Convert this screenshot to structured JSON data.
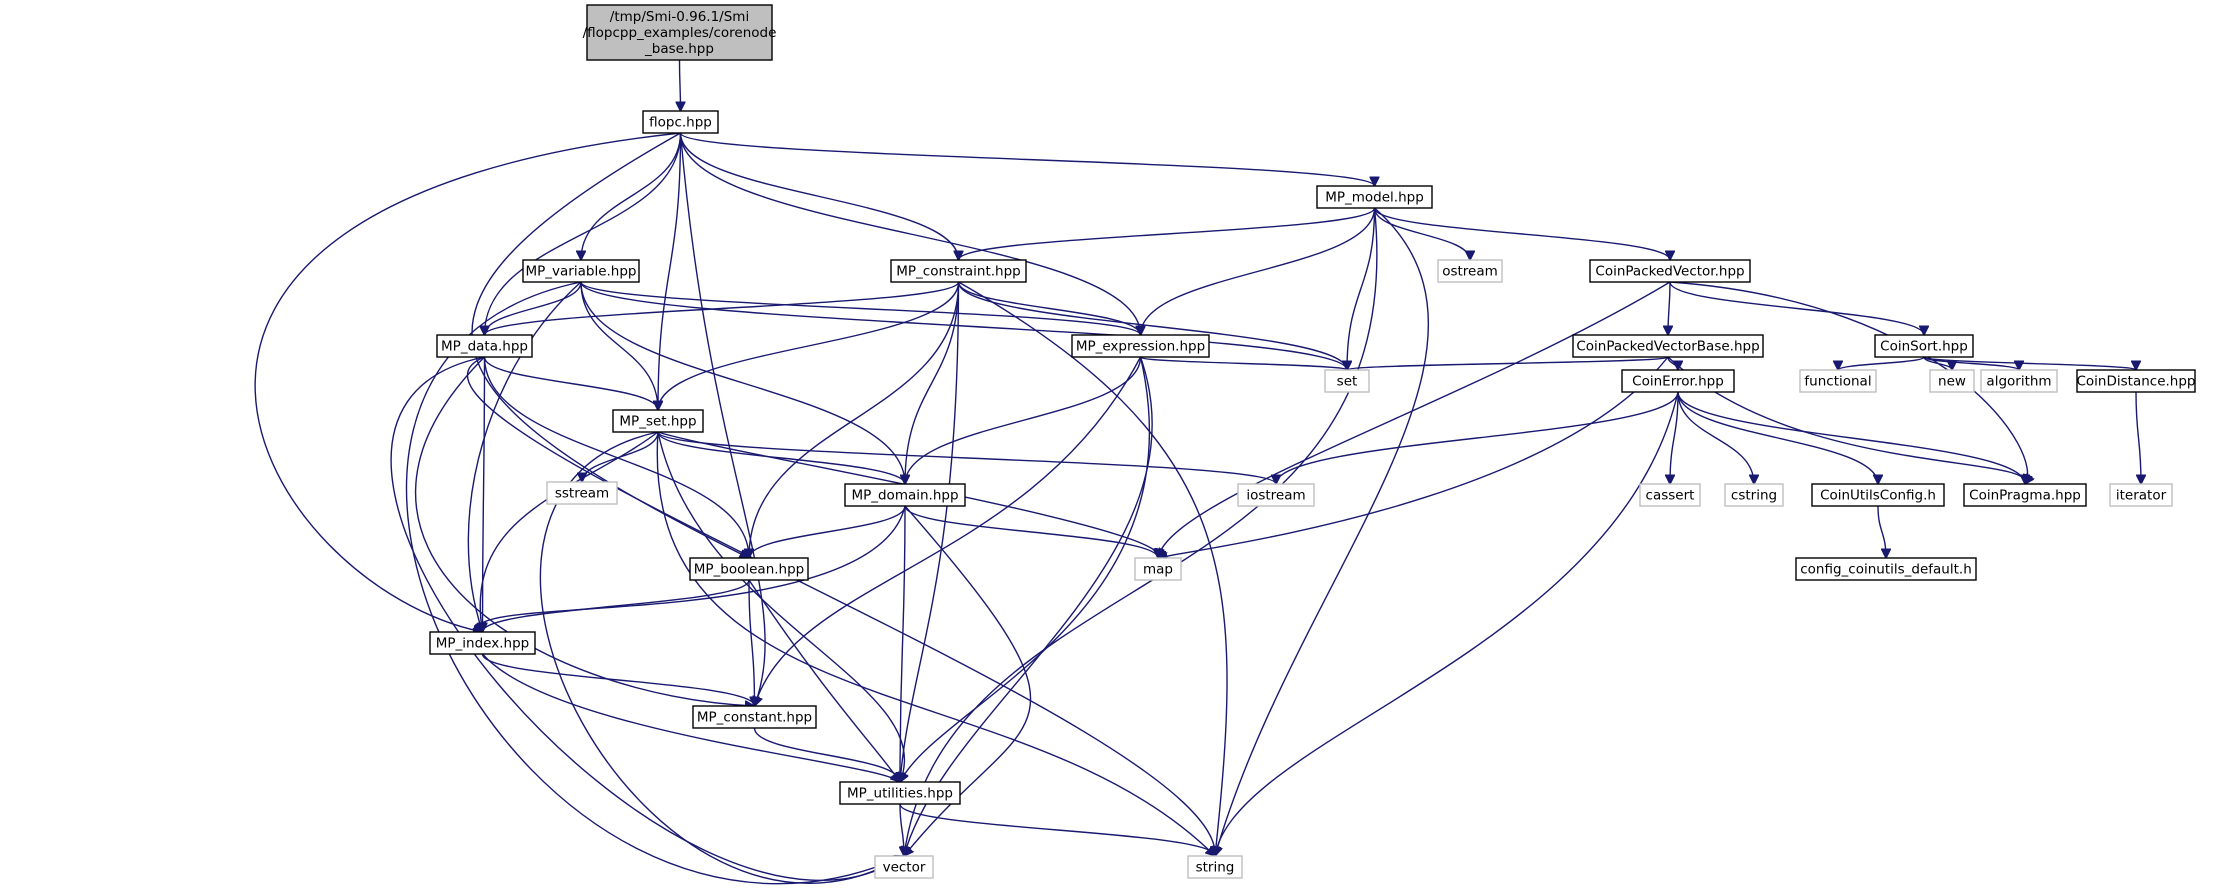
{
  "diagram": {
    "nodes": [
      {
        "id": "root",
        "lines": [
          "/tmp/Smi-0.96.1/Smi",
          "/flopcpp_examples/corenode",
          "_base.hpp"
        ],
        "kind": "root"
      },
      {
        "id": "flopc",
        "lines": [
          "flopc.hpp"
        ],
        "kind": "header"
      },
      {
        "id": "mp_model",
        "lines": [
          "MP_model.hpp"
        ],
        "kind": "header"
      },
      {
        "id": "mp_variable",
        "lines": [
          "MP_variable.hpp"
        ],
        "kind": "header"
      },
      {
        "id": "mp_constraint",
        "lines": [
          "MP_constraint.hpp"
        ],
        "kind": "header"
      },
      {
        "id": "ostream",
        "lines": [
          "ostream"
        ],
        "kind": "system"
      },
      {
        "id": "coinpackedvector",
        "lines": [
          "CoinPackedVector.hpp"
        ],
        "kind": "header"
      },
      {
        "id": "mp_data",
        "lines": [
          "MP_data.hpp"
        ],
        "kind": "header"
      },
      {
        "id": "mp_expression",
        "lines": [
          "MP_expression.hpp"
        ],
        "kind": "header"
      },
      {
        "id": "coinpackedvectorbase",
        "lines": [
          "CoinPackedVectorBase.hpp"
        ],
        "kind": "header"
      },
      {
        "id": "coinsort",
        "lines": [
          "CoinSort.hpp"
        ],
        "kind": "header"
      },
      {
        "id": "set",
        "lines": [
          "set"
        ],
        "kind": "system"
      },
      {
        "id": "mp_set",
        "lines": [
          "MP_set.hpp"
        ],
        "kind": "header"
      },
      {
        "id": "coinerror",
        "lines": [
          "CoinError.hpp"
        ],
        "kind": "header"
      },
      {
        "id": "functional",
        "lines": [
          "functional"
        ],
        "kind": "system"
      },
      {
        "id": "new",
        "lines": [
          "new"
        ],
        "kind": "system"
      },
      {
        "id": "algorithm",
        "lines": [
          "algorithm"
        ],
        "kind": "system"
      },
      {
        "id": "coindistance",
        "lines": [
          "CoinDistance.hpp"
        ],
        "kind": "header"
      },
      {
        "id": "sstream",
        "lines": [
          "sstream"
        ],
        "kind": "system"
      },
      {
        "id": "mp_domain",
        "lines": [
          "MP_domain.hpp"
        ],
        "kind": "header"
      },
      {
        "id": "iostream",
        "lines": [
          "iostream"
        ],
        "kind": "system"
      },
      {
        "id": "cassert",
        "lines": [
          "cassert"
        ],
        "kind": "system"
      },
      {
        "id": "cstring",
        "lines": [
          "cstring"
        ],
        "kind": "system"
      },
      {
        "id": "coinutilsconfig",
        "lines": [
          "CoinUtilsConfig.h"
        ],
        "kind": "header"
      },
      {
        "id": "coinpragma",
        "lines": [
          "CoinPragma.hpp"
        ],
        "kind": "header"
      },
      {
        "id": "iterator",
        "lines": [
          "iterator"
        ],
        "kind": "system"
      },
      {
        "id": "mp_boolean",
        "lines": [
          "MP_boolean.hpp"
        ],
        "kind": "header"
      },
      {
        "id": "map",
        "lines": [
          "map"
        ],
        "kind": "system"
      },
      {
        "id": "config_coinutils",
        "lines": [
          "config_coinutils_default.h"
        ],
        "kind": "header"
      },
      {
        "id": "mp_index",
        "lines": [
          "MP_index.hpp"
        ],
        "kind": "header"
      },
      {
        "id": "mp_constant",
        "lines": [
          "MP_constant.hpp"
        ],
        "kind": "header"
      },
      {
        "id": "mp_utilities",
        "lines": [
          "MP_utilities.hpp"
        ],
        "kind": "header"
      },
      {
        "id": "vector",
        "lines": [
          "vector"
        ],
        "kind": "system"
      },
      {
        "id": "string",
        "lines": [
          "string"
        ],
        "kind": "system"
      }
    ],
    "edges": [
      {
        "from": "root",
        "to": "flopc"
      },
      {
        "from": "flopc",
        "to": "mp_model"
      },
      {
        "from": "flopc",
        "to": "mp_variable"
      },
      {
        "from": "flopc",
        "to": "mp_constraint"
      },
      {
        "from": "flopc",
        "to": "mp_data"
      },
      {
        "from": "flopc",
        "to": "mp_expression"
      },
      {
        "from": "flopc",
        "to": "mp_set"
      },
      {
        "from": "flopc",
        "to": "mp_boolean"
      },
      {
        "from": "flopc",
        "to": "mp_index"
      },
      {
        "from": "flopc",
        "to": "mp_constant"
      },
      {
        "from": "mp_model",
        "to": "mp_constraint"
      },
      {
        "from": "mp_model",
        "to": "mp_expression"
      },
      {
        "from": "mp_model",
        "to": "ostream"
      },
      {
        "from": "mp_model",
        "to": "coinpackedvector"
      },
      {
        "from": "mp_model",
        "to": "set"
      },
      {
        "from": "mp_model",
        "to": "vector"
      },
      {
        "from": "mp_model",
        "to": "string"
      },
      {
        "from": "mp_variable",
        "to": "mp_data"
      },
      {
        "from": "mp_variable",
        "to": "mp_expression"
      },
      {
        "from": "mp_variable",
        "to": "mp_set"
      },
      {
        "from": "mp_variable",
        "to": "mp_domain"
      },
      {
        "from": "mp_variable",
        "to": "mp_index"
      },
      {
        "from": "mp_variable",
        "to": "set"
      },
      {
        "from": "mp_variable",
        "to": "vector"
      },
      {
        "from": "mp_constraint",
        "to": "mp_data"
      },
      {
        "from": "mp_constraint",
        "to": "mp_expression"
      },
      {
        "from": "mp_constraint",
        "to": "mp_set"
      },
      {
        "from": "mp_constraint",
        "to": "mp_domain"
      },
      {
        "from": "mp_constraint",
        "to": "mp_boolean"
      },
      {
        "from": "mp_constraint",
        "to": "mp_utilities"
      },
      {
        "from": "mp_constraint",
        "to": "set"
      },
      {
        "from": "mp_constraint",
        "to": "string"
      },
      {
        "from": "coinpackedvector",
        "to": "coinpackedvectorbase"
      },
      {
        "from": "coinpackedvector",
        "to": "coinsort"
      },
      {
        "from": "coinpackedvector",
        "to": "map"
      },
      {
        "from": "coinpackedvector",
        "to": "coinpragma"
      },
      {
        "from": "mp_data",
        "to": "mp_set"
      },
      {
        "from": "mp_data",
        "to": "mp_index"
      },
      {
        "from": "mp_data",
        "to": "mp_boolean"
      },
      {
        "from": "mp_data",
        "to": "mp_constant"
      },
      {
        "from": "mp_data",
        "to": "vector"
      },
      {
        "from": "mp_data",
        "to": "string"
      },
      {
        "from": "mp_expression",
        "to": "set"
      },
      {
        "from": "mp_expression",
        "to": "mp_domain"
      },
      {
        "from": "mp_expression",
        "to": "mp_constant"
      },
      {
        "from": "mp_expression",
        "to": "mp_utilities"
      },
      {
        "from": "mp_expression",
        "to": "vector"
      },
      {
        "from": "coinpackedvectorbase",
        "to": "set"
      },
      {
        "from": "coinpackedvectorbase",
        "to": "coinerror"
      },
      {
        "from": "coinpackedvectorbase",
        "to": "map"
      },
      {
        "from": "coinpackedvectorbase",
        "to": "coinpragma"
      },
      {
        "from": "coinsort",
        "to": "functional"
      },
      {
        "from": "coinsort",
        "to": "new"
      },
      {
        "from": "coinsort",
        "to": "algorithm"
      },
      {
        "from": "coinsort",
        "to": "coindistance"
      },
      {
        "from": "coindistance",
        "to": "iterator"
      },
      {
        "from": "mp_set",
        "to": "sstream"
      },
      {
        "from": "mp_set",
        "to": "mp_domain"
      },
      {
        "from": "mp_set",
        "to": "iostream"
      },
      {
        "from": "mp_set",
        "to": "map"
      },
      {
        "from": "mp_set",
        "to": "mp_index"
      },
      {
        "from": "mp_set",
        "to": "mp_utilities"
      },
      {
        "from": "mp_set",
        "to": "vector"
      },
      {
        "from": "mp_set",
        "to": "string"
      },
      {
        "from": "coinerror",
        "to": "iostream"
      },
      {
        "from": "coinerror",
        "to": "cassert"
      },
      {
        "from": "coinerror",
        "to": "cstring"
      },
      {
        "from": "coinerror",
        "to": "coinutilsconfig"
      },
      {
        "from": "coinerror",
        "to": "coinpragma"
      },
      {
        "from": "coinerror",
        "to": "string"
      },
      {
        "from": "coinutilsconfig",
        "to": "config_coinutils"
      },
      {
        "from": "mp_domain",
        "to": "mp_boolean"
      },
      {
        "from": "mp_domain",
        "to": "map"
      },
      {
        "from": "mp_domain",
        "to": "mp_index"
      },
      {
        "from": "mp_domain",
        "to": "mp_utilities"
      },
      {
        "from": "mp_domain",
        "to": "vector"
      },
      {
        "from": "mp_boolean",
        "to": "mp_index"
      },
      {
        "from": "mp_boolean",
        "to": "mp_constant"
      },
      {
        "from": "mp_boolean",
        "to": "mp_utilities"
      },
      {
        "from": "mp_index",
        "to": "mp_constant"
      },
      {
        "from": "mp_index",
        "to": "mp_utilities"
      },
      {
        "from": "mp_constant",
        "to": "mp_utilities"
      },
      {
        "from": "mp_utilities",
        "to": "vector"
      },
      {
        "from": "mp_utilities",
        "to": "string"
      }
    ]
  }
}
